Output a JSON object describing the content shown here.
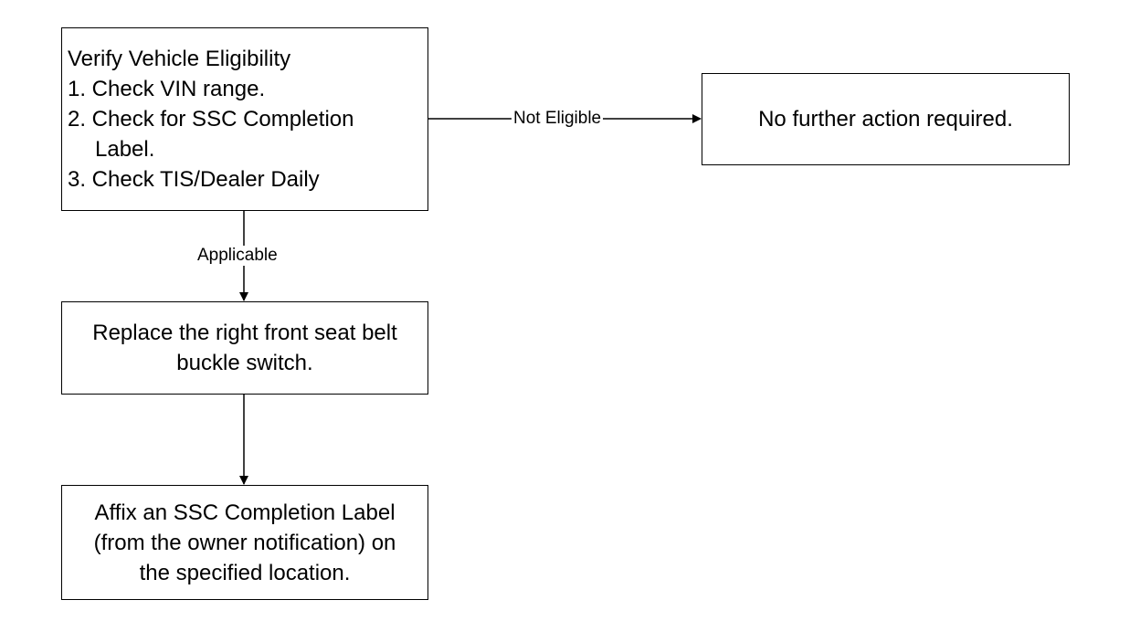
{
  "nodes": {
    "verify": {
      "title": "Verify Vehicle Eligibility",
      "step1": "1. Check VIN range.",
      "step2": "2. Check for SSC Completion",
      "step2_cont": "Label.",
      "step3": "3. Check TIS/Dealer Daily"
    },
    "no_action": {
      "text": "No further action required."
    },
    "replace": {
      "line1": "Replace the right front seat belt",
      "line2": "buckle switch."
    },
    "affix": {
      "line1": "Affix an SSC Completion Label",
      "line2": "(from the owner notification) on",
      "line3": "the specified location."
    }
  },
  "edges": {
    "not_eligible": "Not Eligible",
    "applicable": "Applicable"
  }
}
